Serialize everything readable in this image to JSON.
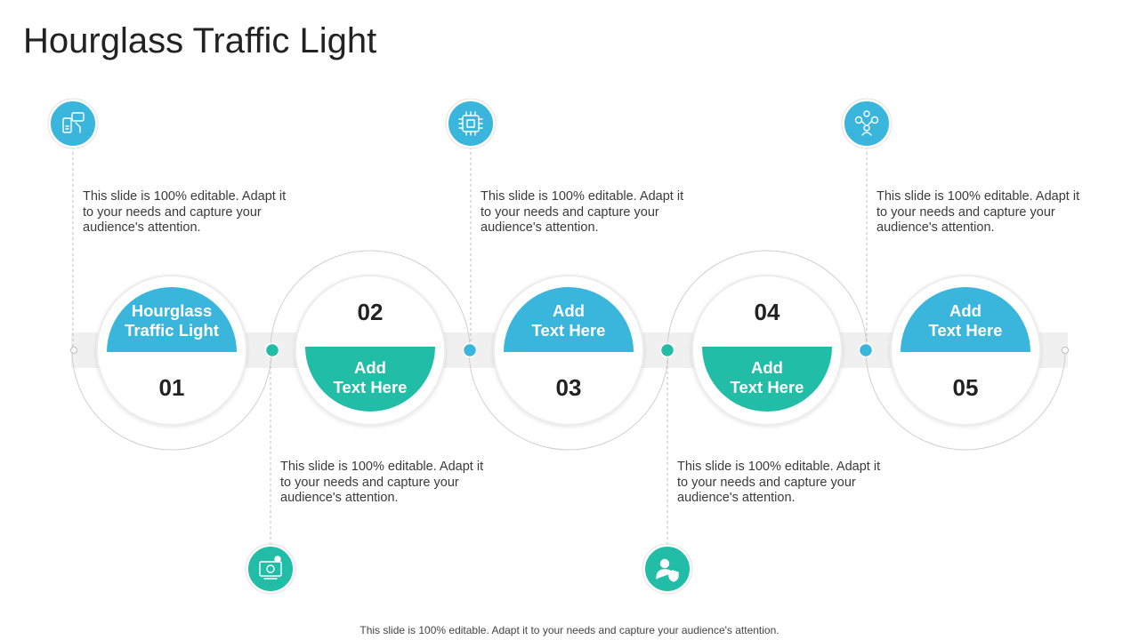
{
  "title": "Hourglass Traffic Light",
  "footer": "This slide is 100% editable. Adapt it to your needs and capture your audience's attention.",
  "colors": {
    "blue": "#3ab5db",
    "teal": "#21bda6",
    "track": "#f0f0f0",
    "ring": "#cfcfcf",
    "dash": "#bdbdbd"
  },
  "steps": [
    {
      "number": "01",
      "caption": [
        "Hourglass",
        "Traffic Light"
      ],
      "description": "This slide is 100% editable. Adapt it to your needs and capture your audience's attention.",
      "icon": "mobile-payment-icon",
      "color": "blue"
    },
    {
      "number": "02",
      "caption": [
        "Add",
        "Text Here"
      ],
      "description": "This slide is 100% editable. Adapt it to your needs and capture your audience's attention.",
      "icon": "money-monitor-icon",
      "color": "teal"
    },
    {
      "number": "03",
      "caption": [
        "Add",
        "Text Here"
      ],
      "description": "This slide is 100% editable. Adapt it to your needs and capture your audience's attention.",
      "icon": "microchip-icon",
      "color": "blue"
    },
    {
      "number": "04",
      "caption": [
        "Add",
        "Text Here"
      ],
      "description": "This slide is 100% editable. Adapt it to your needs and capture your audience's attention.",
      "icon": "user-shield-icon",
      "color": "teal"
    },
    {
      "number": "05",
      "caption": [
        "Add",
        "Text Here"
      ],
      "description": "This slide is 100% editable. Adapt it to your needs and capture your audience's attention.",
      "icon": "network-people-icon",
      "color": "blue"
    }
  ]
}
